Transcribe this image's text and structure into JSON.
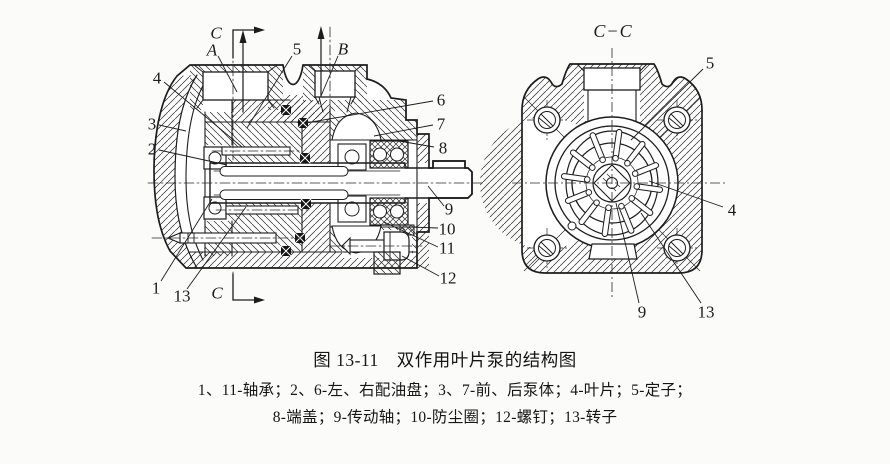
{
  "figure": {
    "number": "图 13-11",
    "title": "双作用叶片泵的结构图",
    "legend_line1": "1、11-轴承；2、6-左、右配油盘；3、7-前、后泵体；4-叶片；5-定子；",
    "legend_line2": "8-端盖；9-传动轴；10-防尘圈；12-螺钉；13-转子"
  },
  "main_view": {
    "cut_label_top": "C",
    "cut_label_bottom": "C",
    "port_label_a": "A",
    "port_label_b": "B",
    "part_labels": {
      "n1": "1",
      "n2": "2",
      "n3": "3",
      "n4": "4",
      "n5": "5",
      "n6": "6",
      "n7": "7",
      "n8": "8",
      "n9": "9",
      "n10": "10",
      "n11": "11",
      "n12": "12",
      "n13": "13"
    }
  },
  "cc_view": {
    "title": "C−C",
    "part_labels": {
      "n4": "4",
      "n5": "5",
      "n9": "9",
      "n13": "13"
    }
  }
}
